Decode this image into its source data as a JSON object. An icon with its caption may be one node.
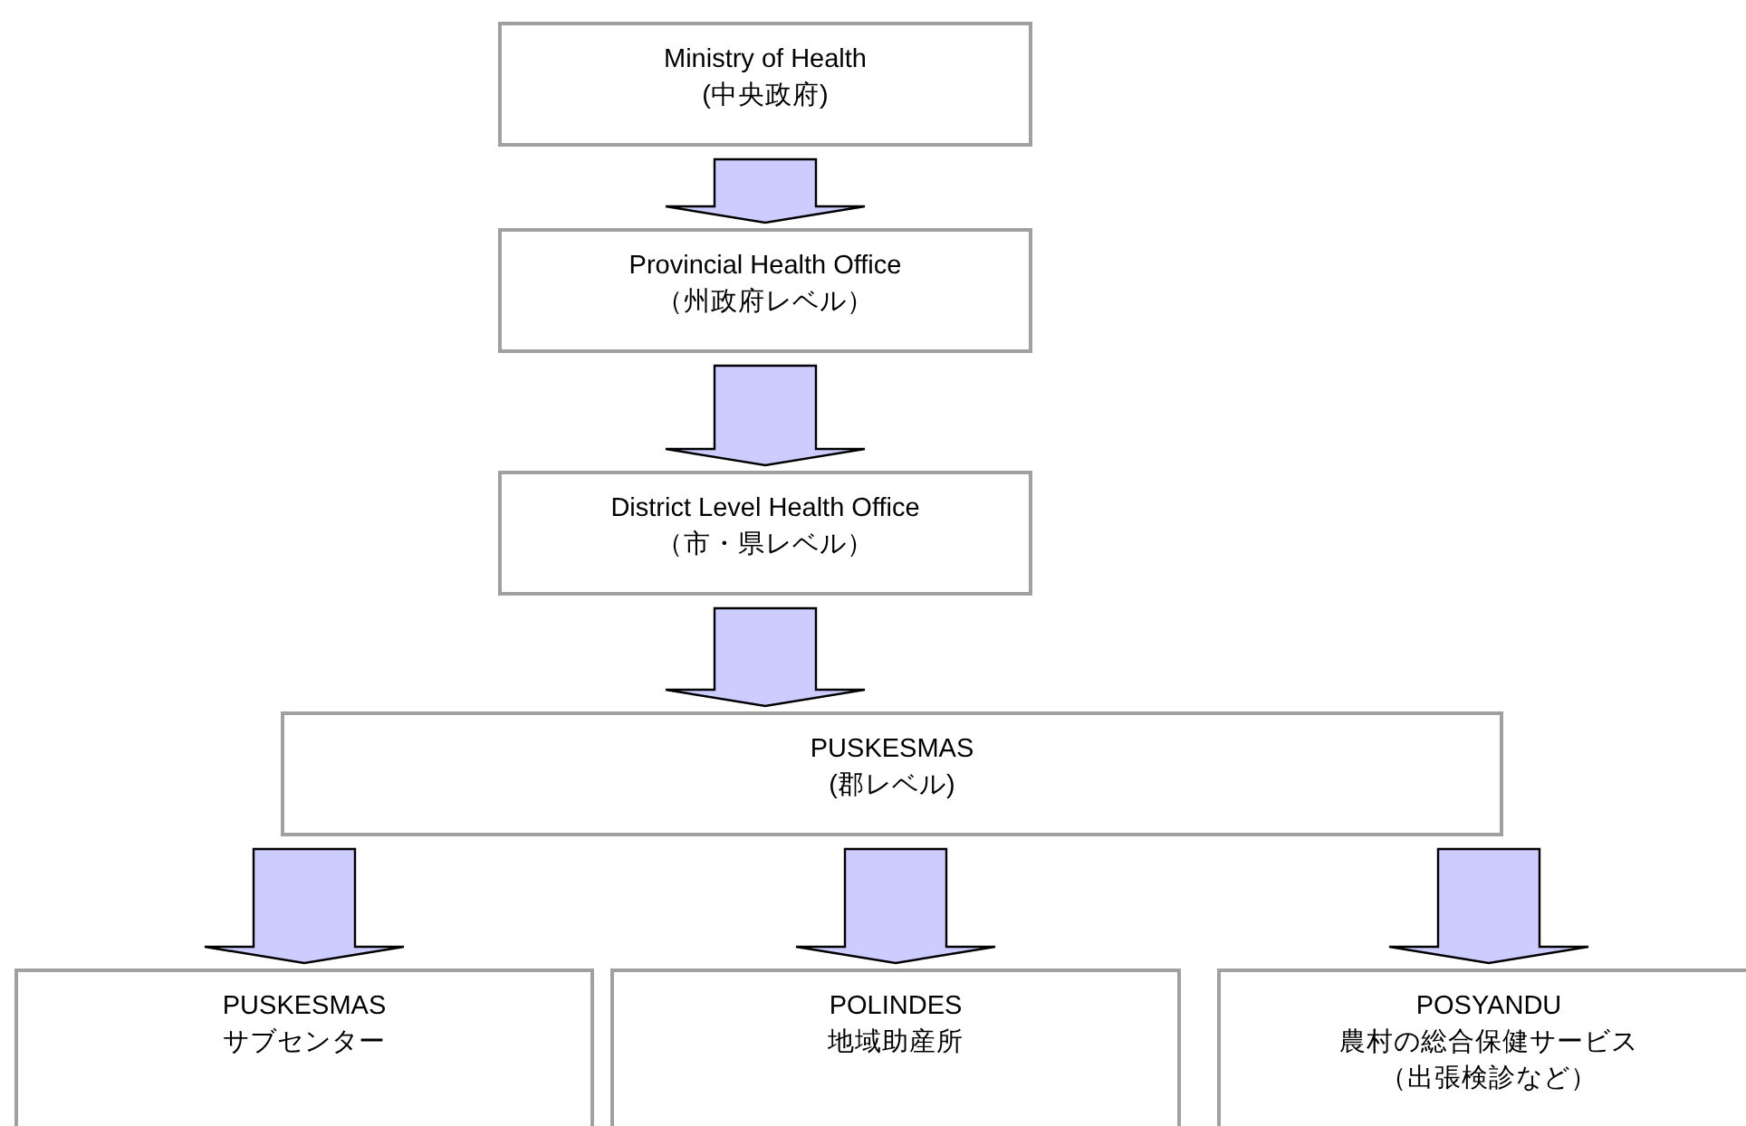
{
  "diagram": {
    "nodes": [
      {
        "text": [
          "Ministry of Health",
          "(中央政府)"
        ]
      },
      {
        "text": [
          "Provincial Health Office",
          "（州政府レベル）"
        ]
      },
      {
        "text": [
          "District Level Health Office",
          "（市・県レベル）"
        ]
      },
      {
        "text": [
          "PUSKESMAS",
          "(郡レベル)"
        ]
      },
      {
        "text": [
          "PUSKESMAS",
          "サブセンター"
        ]
      },
      {
        "text": [
          "POLINDES",
          "地域助産所"
        ]
      },
      {
        "text": [
          "POSYANDU",
          "農村の総合保健サービス",
          "（出張検診など）"
        ]
      }
    ],
    "edges": [
      {
        "from": 0,
        "to": 1,
        "arrow": "to"
      },
      {
        "from": 1,
        "to": 2,
        "arrow": "to"
      },
      {
        "from": 2,
        "to": 3,
        "arrow": "to"
      },
      {
        "from": 3,
        "to": 4,
        "arrow": "to"
      },
      {
        "from": 3,
        "to": 5,
        "arrow": "to"
      },
      {
        "from": 3,
        "to": 6,
        "arrow": "to"
      }
    ]
  }
}
